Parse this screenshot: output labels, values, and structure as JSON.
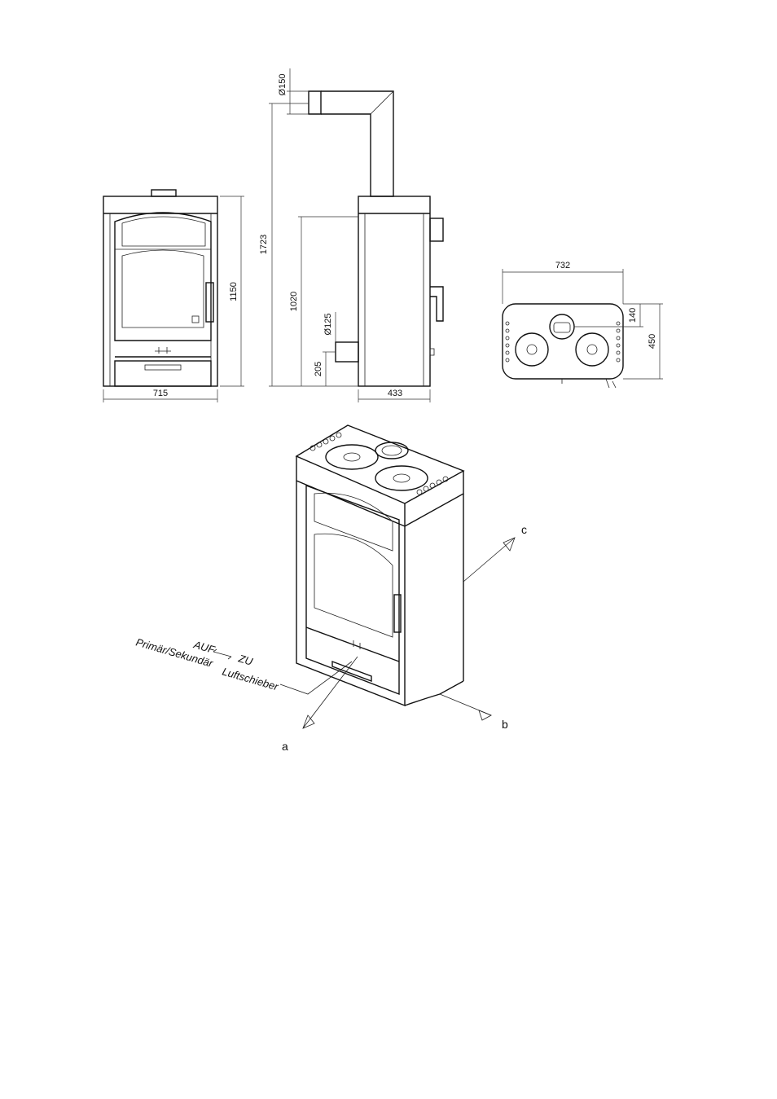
{
  "dimensions": {
    "front_width": "715",
    "front_height": "1150",
    "side_depth": "433",
    "total_height": "1723",
    "flue_outlet_height": "1020",
    "rear_outlet_diameter": "Ø125",
    "rear_outlet_height": "205",
    "top_outlet_diameter": "Ø150",
    "top_width": "732",
    "top_depth": "450",
    "top_outlet_offset": "140"
  },
  "annotations": {
    "open": "AUF",
    "close": "ZU",
    "primary_secondary": "Primär/Sekundär",
    "air_slider": "Luftschieber"
  },
  "axes": {
    "a": "a",
    "b": "b",
    "c": "c"
  }
}
